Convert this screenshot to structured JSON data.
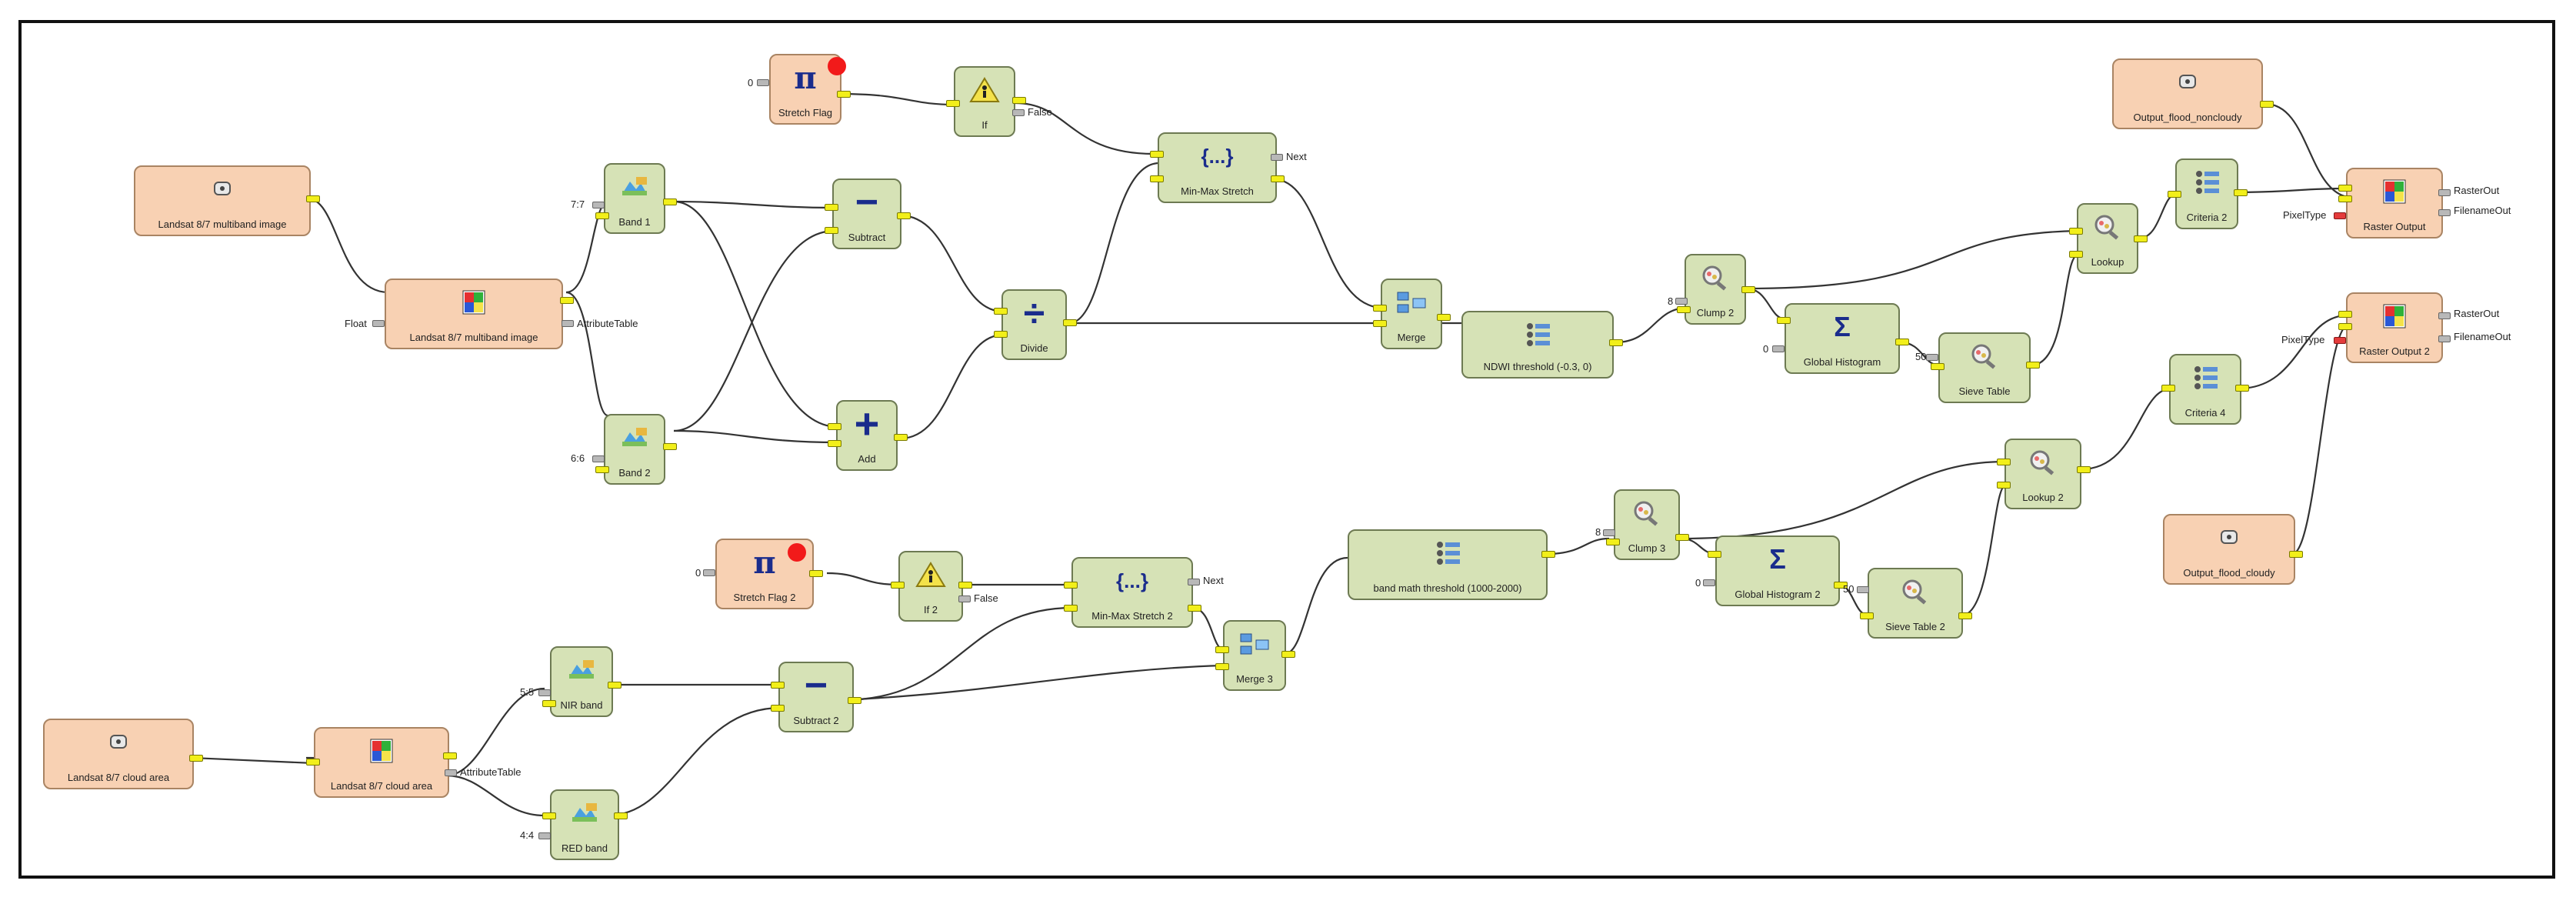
{
  "nodes": {
    "landsat_multiband_in": "Landsat 8/7 multiband image",
    "landsat_multiband_proc": "Landsat 8/7 multiband image",
    "band1": "Band 1",
    "band2": "Band 2",
    "subtract": "Subtract",
    "add": "Add",
    "divide": "Divide",
    "stretch_flag": "Stretch Flag",
    "if1": "If",
    "minmax1": "Min-Max Stretch",
    "merge1": "Merge",
    "ndwi": "NDWI threshold (-0.3, 0)",
    "clump2": "Clump 2",
    "global_hist": "Global Histogram",
    "sieve_table": "Sieve Table",
    "lookup": "Lookup",
    "criteria2": "Criteria 2",
    "raster_output": "Raster Output",
    "output_noncloudy": "Output_flood_noncloudy",
    "stretch_flag2": "Stretch Flag 2",
    "if2": "If 2",
    "minmax2": "Min-Max Stretch 2",
    "merge3": "Merge 3",
    "band_math": "band math threshold (1000-2000)",
    "clump3": "Clump 3",
    "global_hist2": "Global Histogram 2",
    "sieve_table2": "Sieve Table 2",
    "lookup2": "Lookup 2",
    "criteria4": "Criteria 4",
    "raster_output2": "Raster Output 2",
    "output_cloudy": "Output_flood_cloudy",
    "landsat_cloud_in": "Landsat 8/7 cloud area",
    "landsat_cloud_proc": "Landsat 8/7 cloud area",
    "nir_band": "NIR band",
    "subtract2": "Subtract 2",
    "red_band": "RED band"
  },
  "ports": {
    "float": "Float",
    "attribute_table": "AttributeTable",
    "attribute_table2": "AttributeTable",
    "band1_val": "7:7",
    "band2_val": "6:6",
    "nir_val": "5:5",
    "red_val": "4:4",
    "flag_zero": "0",
    "flag2_zero": "0",
    "if_false": "False",
    "if2_false": "False",
    "next1": "Next",
    "next2": "Next",
    "clump2_in": "8",
    "clump3_in": "8",
    "hist_in": "0",
    "hist2_in": "0",
    "sieve_in": "50",
    "sieve2_in": "50",
    "pixeltype1": "PixelType",
    "pixeltype2": "PixelType",
    "rasterout1": "RasterOut",
    "filenameout1": "FilenameOut",
    "rasterout2": "RasterOut",
    "filenameout2": "FilenameOut"
  },
  "symbols": {
    "pi": "π",
    "minus": "−",
    "plus": "+",
    "divide": "÷",
    "ellipsis": "{...}",
    "sigma": "Σ"
  },
  "colors": {
    "process_node": "#d6e2b6",
    "io_node": "#f8d1b3",
    "port": "#f2ef1a",
    "wire": "#333333",
    "flag": "#f21a1a"
  }
}
